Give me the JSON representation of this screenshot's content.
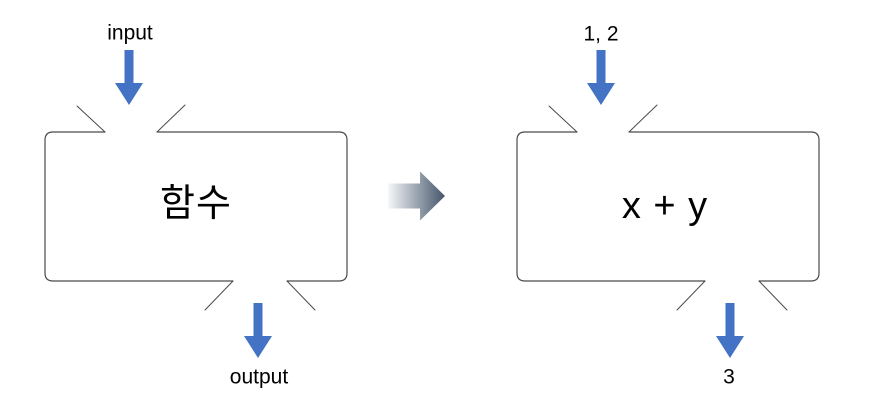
{
  "colors": {
    "box_border": "#4a4a4a",
    "arrow_blue": "#4472C4",
    "gradient_light": "#F5F7FA",
    "gradient_dark": "#44546A",
    "text": "#000000"
  },
  "left_machine": {
    "input_label": "input",
    "body_label": "함수",
    "output_label": "output"
  },
  "right_machine": {
    "input_label": "1, 2",
    "body_label": "x + y",
    "output_label": "3"
  },
  "icons": {
    "down_arrow": "↓",
    "right_arrow": "→"
  }
}
